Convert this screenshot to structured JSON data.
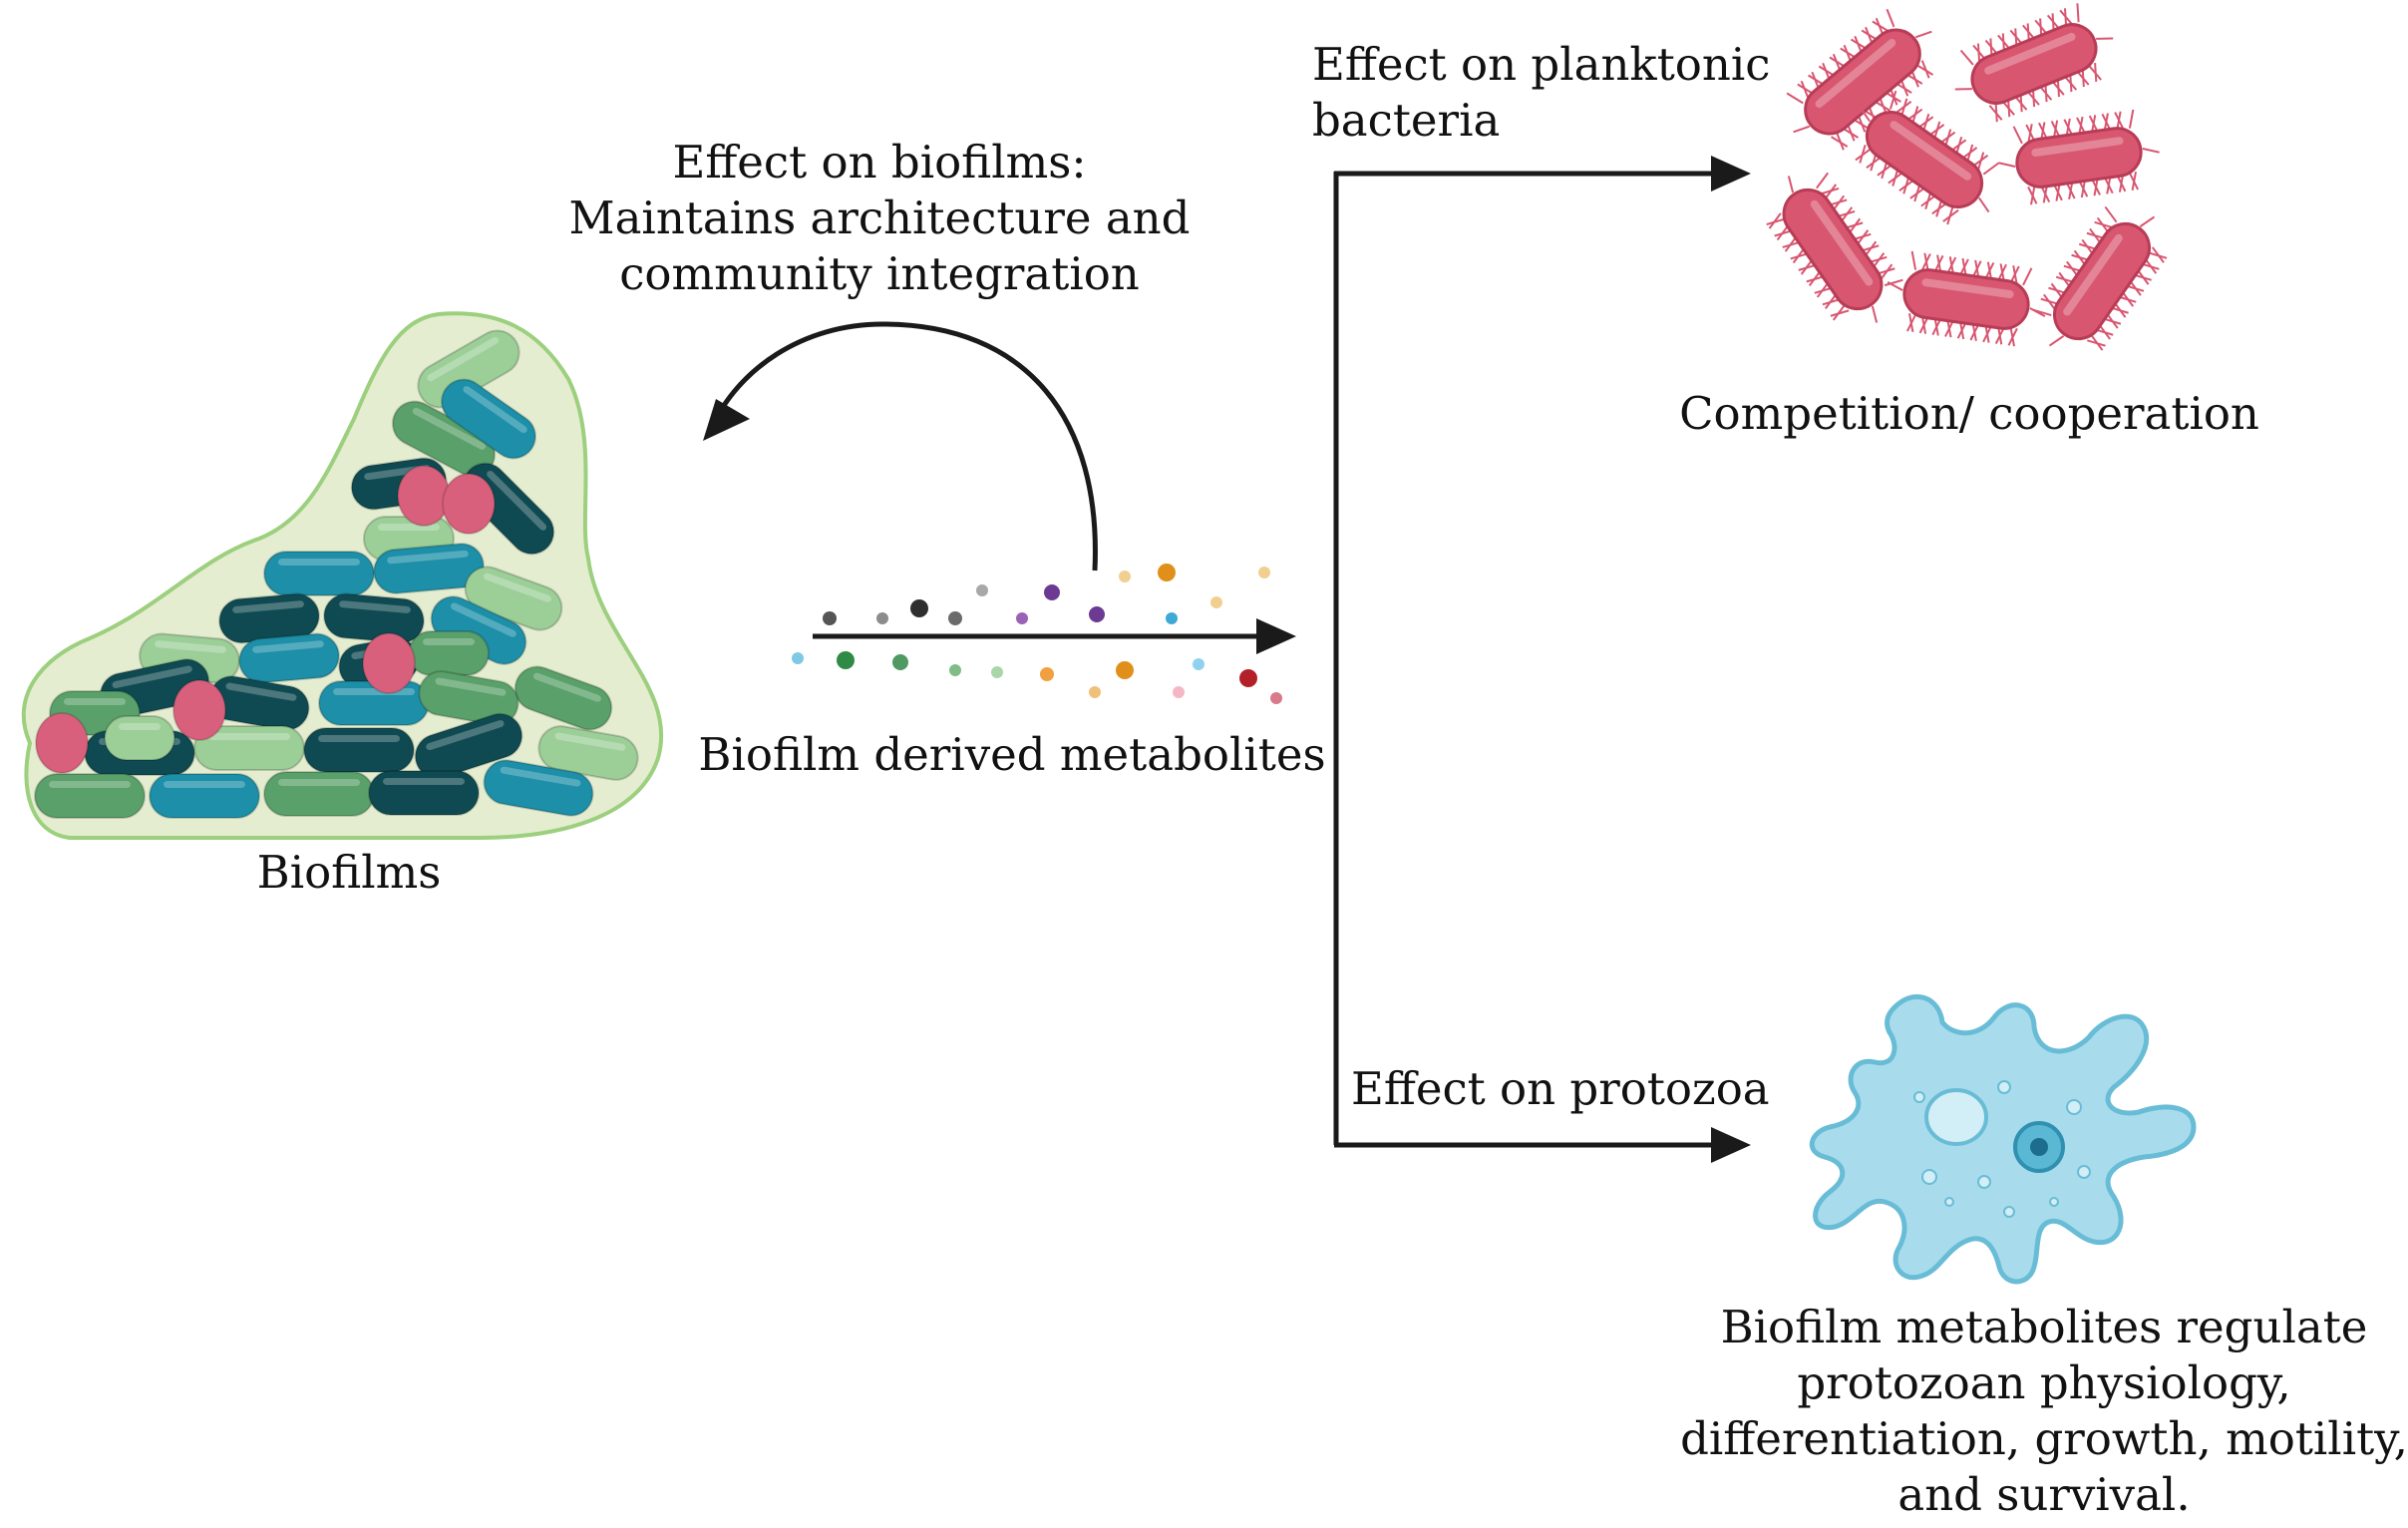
{
  "labels": {
    "biofilms_effect_1": "Effect on biofilms:",
    "biofilms_effect_2": "Maintains architecture and",
    "biofilms_effect_3": "community integration",
    "biofilms": "Biofilms",
    "metabolites": "Biofilm derived metabolites",
    "planktonic_1": "Effect on planktonic",
    "planktonic_2": "bacteria",
    "competition": "Competition/ cooperation",
    "protozoa_effect": "Effect on protozoa",
    "protozoa_desc_1": "Biofilm metabolites regulate",
    "protozoa_desc_2": "protozoan physiology,",
    "protozoa_desc_3": "differentiation, growth, motility,",
    "protozoa_desc_4": "and survival."
  },
  "icons": {
    "biofilm": "biofilm-cluster-icon",
    "bacteria": "planktonic-bacteria-icon",
    "protozoa": "amoeba-icon",
    "metabolites": "metabolite-dots-icon"
  },
  "colors": {
    "arrow": "#1a1a1a",
    "biofilm_matrix": "#e4edcf",
    "biofilm_matrix_edge": "#9ccf7e",
    "rod_teal": "#1d8fa8",
    "rod_dark": "#0f4a52",
    "rod_green": "#5aa06a",
    "rod_light_green": "#9ccf98",
    "coccus_pink": "#d9607c",
    "bacteria_pink": "#d85670",
    "amoeba_fill": "#a8dcec",
    "amoeba_edge": "#69bcd6"
  }
}
